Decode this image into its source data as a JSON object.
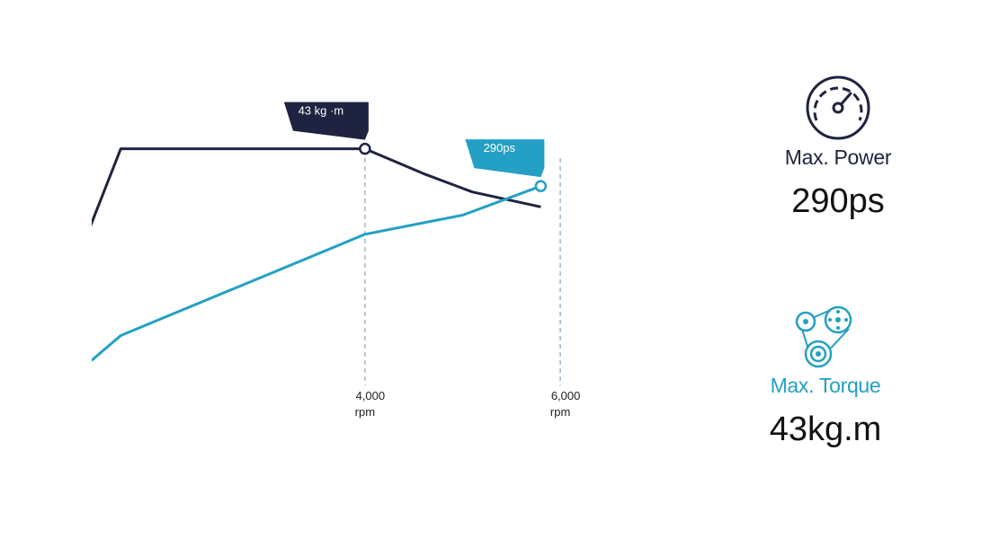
{
  "colors": {
    "torque": "#1e2340",
    "power": "#23a0c4",
    "guide": "#9fb8cc",
    "text": "#111111"
  },
  "chart_data": {
    "type": "line",
    "xlim": [
      1000,
      6800
    ],
    "ylim": [
      0,
      330
    ],
    "x_ticks": [
      {
        "value": 4000,
        "label_line1": "4,000",
        "label_line2": "rpm"
      },
      {
        "value": 6000,
        "label_line1": "6,000",
        "label_line2": "rpm"
      }
    ],
    "series": [
      {
        "key": "torque",
        "color": "#1e2340",
        "points": [
          [
            1050,
            150
          ],
          [
            1500,
            285
          ],
          [
            4000,
            285
          ],
          [
            4600,
            255
          ],
          [
            5100,
            233
          ],
          [
            5800,
            215
          ]
        ],
        "peak": {
          "x": 4000,
          "y": 285,
          "label": "43 kg ·m"
        }
      },
      {
        "key": "power",
        "color": "#23a0c4",
        "points": [
          [
            1200,
            30
          ],
          [
            1500,
            60
          ],
          [
            4000,
            182
          ],
          [
            5000,
            205
          ],
          [
            5800,
            240
          ]
        ],
        "peak": {
          "x": 5800,
          "y": 240,
          "label": "290ps"
        }
      }
    ]
  },
  "specs": {
    "power": {
      "label": "Max. Power",
      "value": "290ps",
      "icon": "speedometer-icon"
    },
    "torque": {
      "label": "Max. Torque",
      "value": "43kg.m",
      "icon": "belt-pulley-icon"
    }
  }
}
